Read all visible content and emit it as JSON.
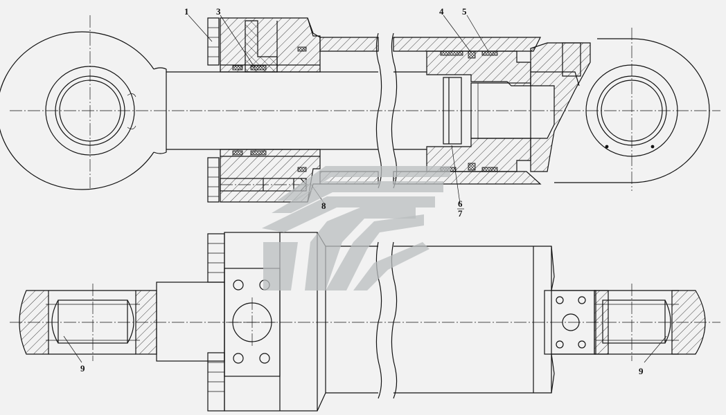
{
  "callouts": {
    "c1": "1",
    "c3": "3",
    "c4": "4",
    "c5": "5",
    "c6": "6",
    "c7": "7",
    "c8": "8",
    "c9_left": "9",
    "c9_right": "9"
  },
  "colors": {
    "line": "#111111",
    "background": "#f2f2f2",
    "watermark": "#b9bdbf"
  }
}
